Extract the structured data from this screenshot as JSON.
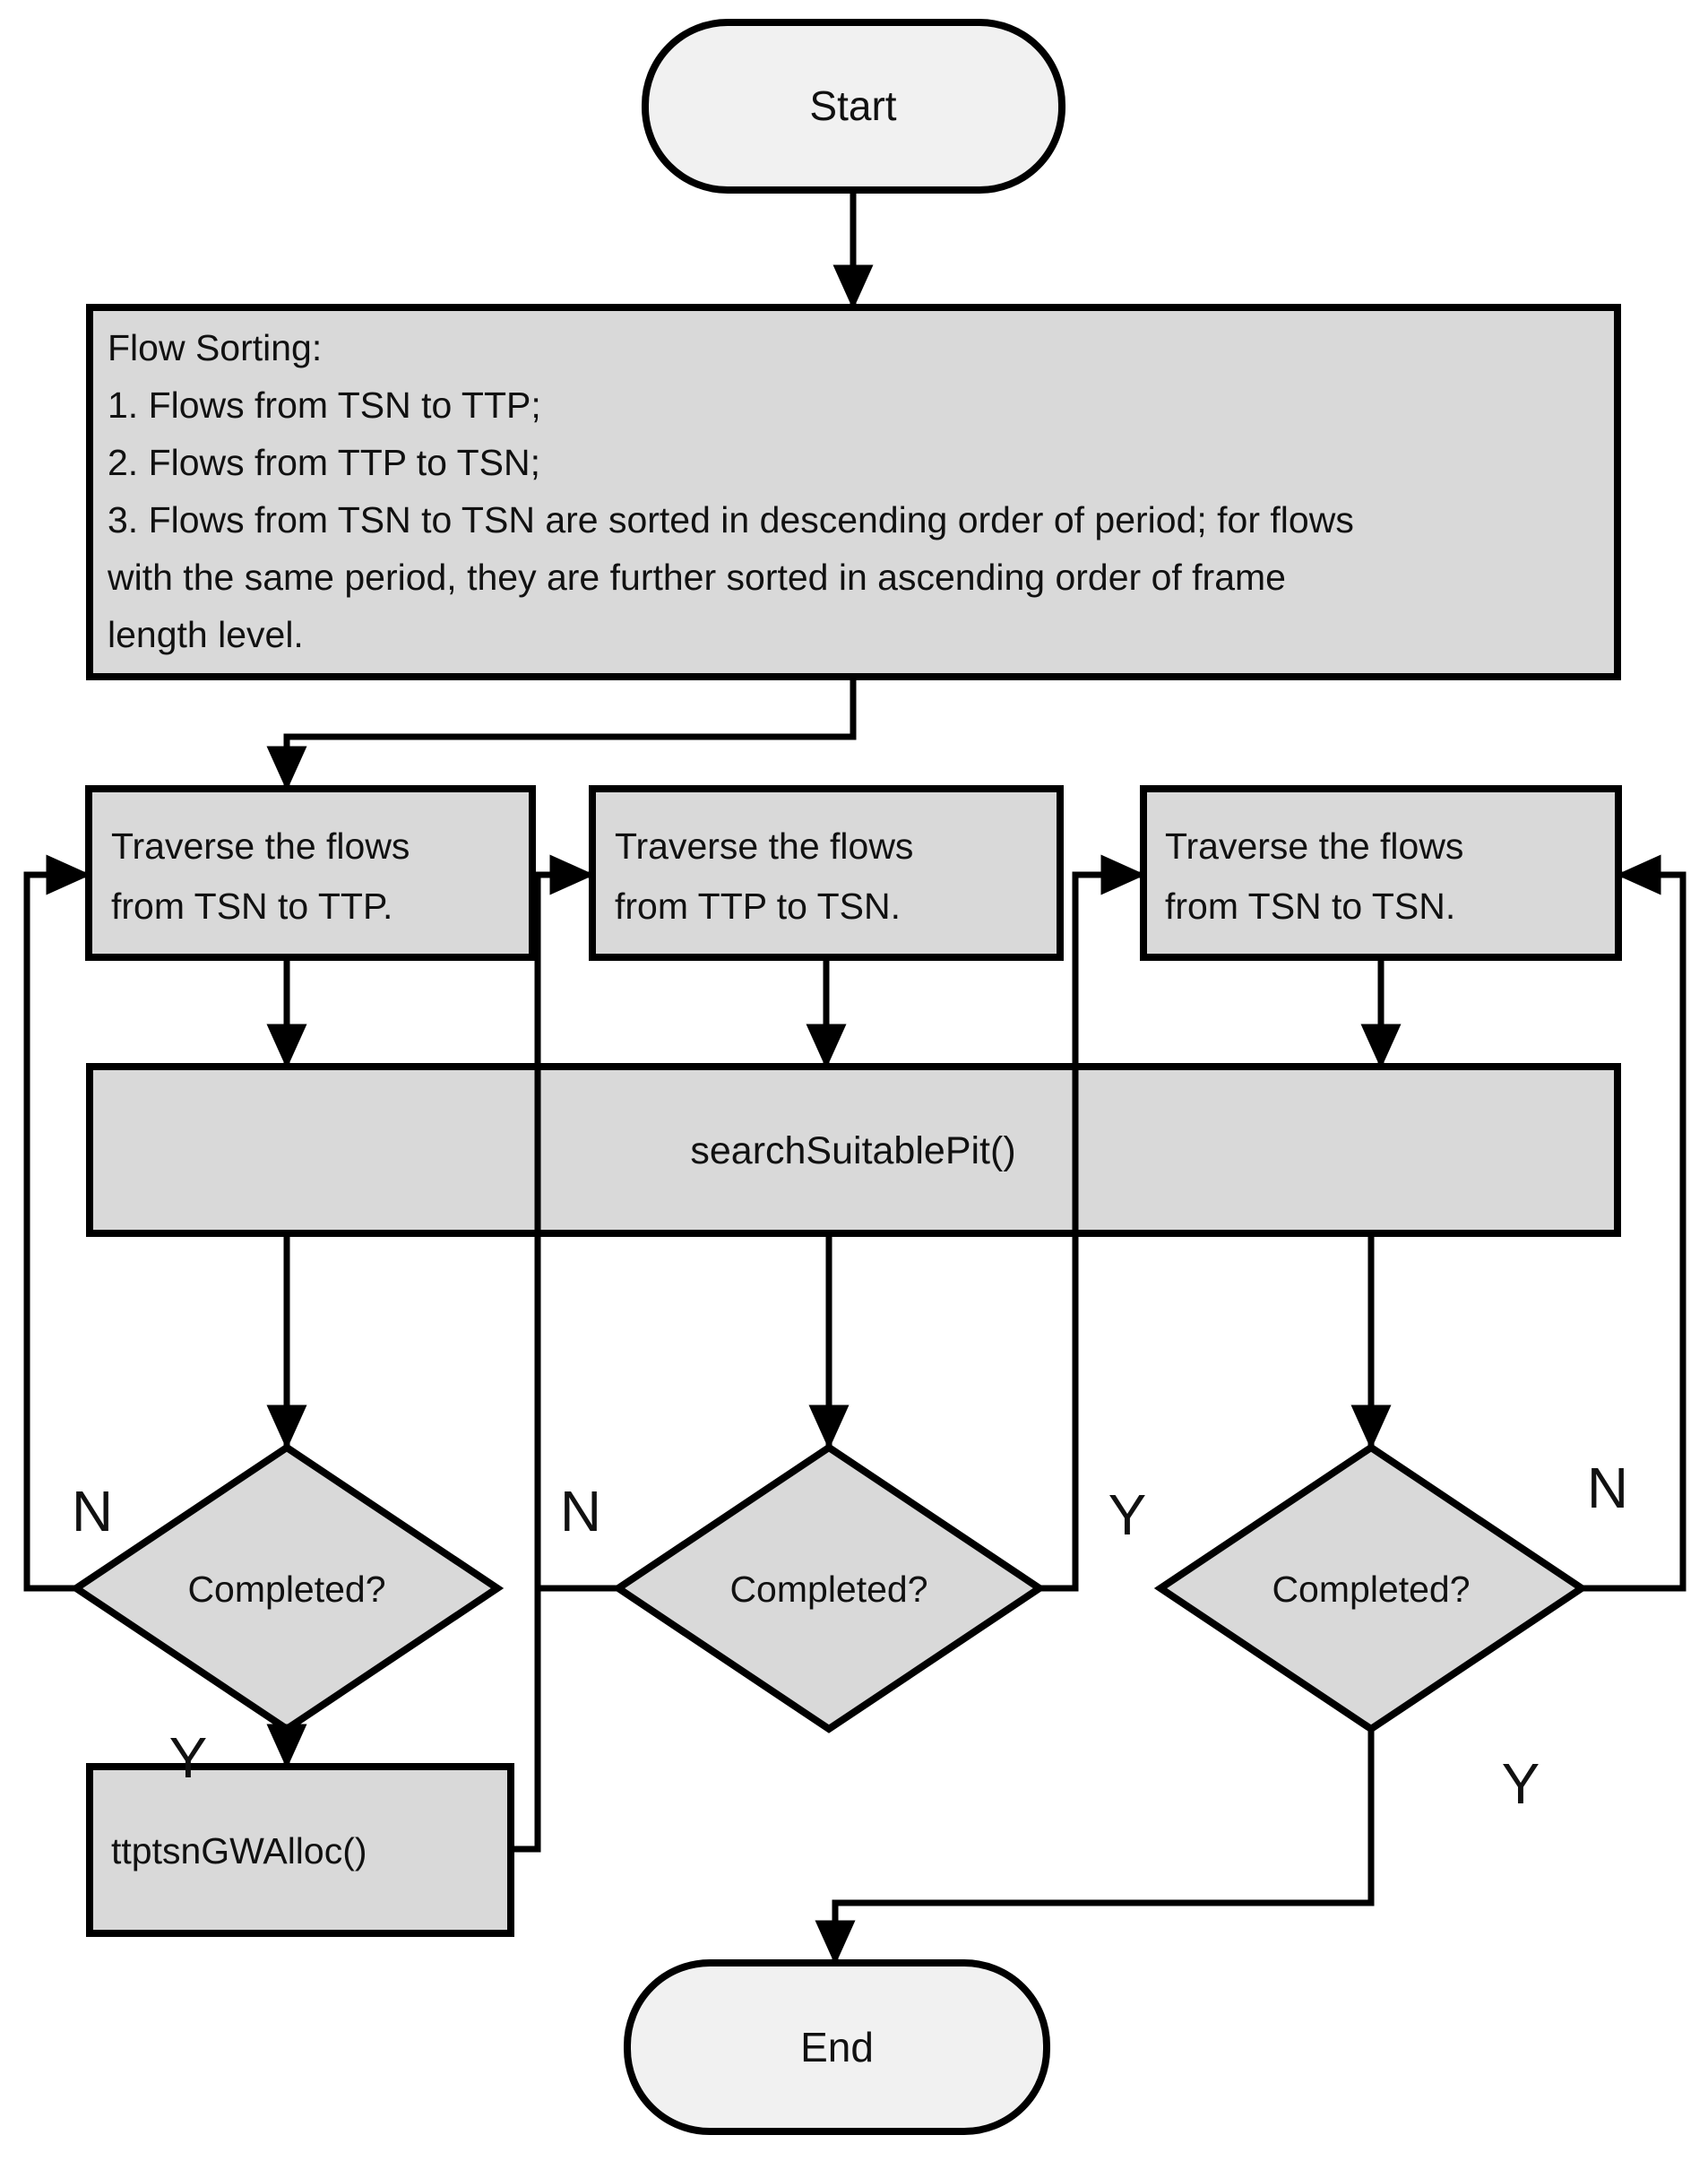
{
  "diagram": {
    "type": "flowchart",
    "colors": {
      "stroke": "#000000",
      "process_fill": "#d9d9d9",
      "terminator_fill": "#f1f1f1",
      "background": "#ffffff"
    },
    "nodes": {
      "start": {
        "label": "Start"
      },
      "flow_sorting": {
        "lines": [
          "Flow Sorting:",
          "1. Flows from TSN to TTP;",
          "2. Flows from TTP to TSN;",
          "3. Flows from TSN to TSN are sorted in descending order of period; for flows",
          "with the same period, they are further sorted in ascending order of frame",
          "length level."
        ]
      },
      "traverse_tsn_ttp": {
        "lines": [
          "Traverse the flows",
          "from TSN to TTP."
        ]
      },
      "traverse_ttp_tsn": {
        "lines": [
          "Traverse the flows",
          "from TTP  to TSN."
        ]
      },
      "traverse_tsn_tsn": {
        "lines": [
          "Traverse the flows",
          "from TSN to TSN."
        ]
      },
      "search_suitable_pit": {
        "label": "searchSuitablePit()"
      },
      "completed_1": {
        "label": "Completed?"
      },
      "completed_2": {
        "label": "Completed?"
      },
      "completed_3": {
        "label": "Completed?"
      },
      "ttptsn_gw_alloc": {
        "label": "ttptsnGWAlloc()"
      },
      "end": {
        "label": "End"
      }
    },
    "edge_labels": {
      "d1_no": "N",
      "d1_yes": "Y",
      "d2_no": "N",
      "d2_yes": "Y",
      "d3_no": "N",
      "d3_yes": "Y"
    }
  }
}
